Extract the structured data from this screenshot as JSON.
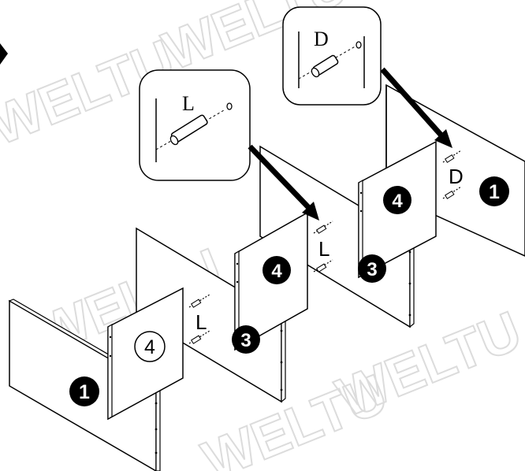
{
  "watermark": {
    "text": "WELTU",
    "color": "#dcdcdc"
  },
  "callouts": {
    "left": {
      "letter": "L"
    },
    "right": {
      "letter": "D"
    }
  },
  "labels": {
    "pin_left": "L",
    "pin_middle": "L",
    "pin_right": "D"
  },
  "badges": {
    "front_panel": "1",
    "back_panel": "1",
    "divider_left": "4",
    "divider_middle": "4",
    "divider_right": "4",
    "long_panel_left": "3",
    "long_panel_right": "3"
  },
  "colors": {
    "line": "#000000",
    "badge_fill": "#000000",
    "panel": "#ffffff"
  }
}
